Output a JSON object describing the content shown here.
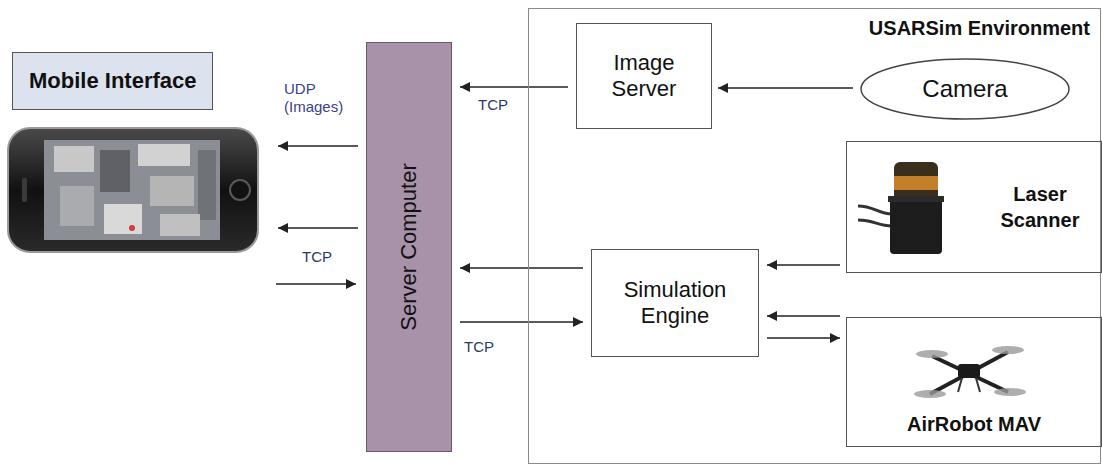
{
  "diagram": {
    "nodes": [
      {
        "text": [
          "Mobile Interface"
        ]
      },
      {
        "text": [
          "Server Computer"
        ]
      },
      {
        "text": [
          "USARSim Environment"
        ]
      },
      {
        "text": [
          "Image Server"
        ],
        "in": 2
      },
      {
        "text": [
          "Camera"
        ],
        "in": 2
      },
      {
        "text": [
          "Laser Scanner"
        ],
        "in": 2
      },
      {
        "text": [
          "Simulation Engine"
        ],
        "in": 2
      },
      {
        "text": [
          "AirRobot MAV"
        ],
        "in": 2
      }
    ],
    "edges": [
      {
        "from": 4,
        "to": 3,
        "arrow": "to"
      },
      {
        "from": 3,
        "to": 1,
        "arrow": "to",
        "label": "TCP"
      },
      {
        "from": 1,
        "to": 0,
        "arrow": "to",
        "label": "UDP (Images)"
      },
      {
        "from": 1,
        "to": 0,
        "arrow": "to"
      },
      {
        "from": 0,
        "to": 1,
        "arrow": "to"
      },
      {
        "from": 6,
        "to": 1,
        "arrow": "to"
      },
      {
        "from": 1,
        "to": 6,
        "arrow": "to",
        "label": "TCP"
      },
      {
        "from": 5,
        "to": 6,
        "arrow": "to"
      },
      {
        "from": 7,
        "to": 6,
        "arrow": "to"
      },
      {
        "from": 6,
        "to": 7,
        "arrow": "to"
      }
    ],
    "labels": [
      "TCP"
    ]
  }
}
